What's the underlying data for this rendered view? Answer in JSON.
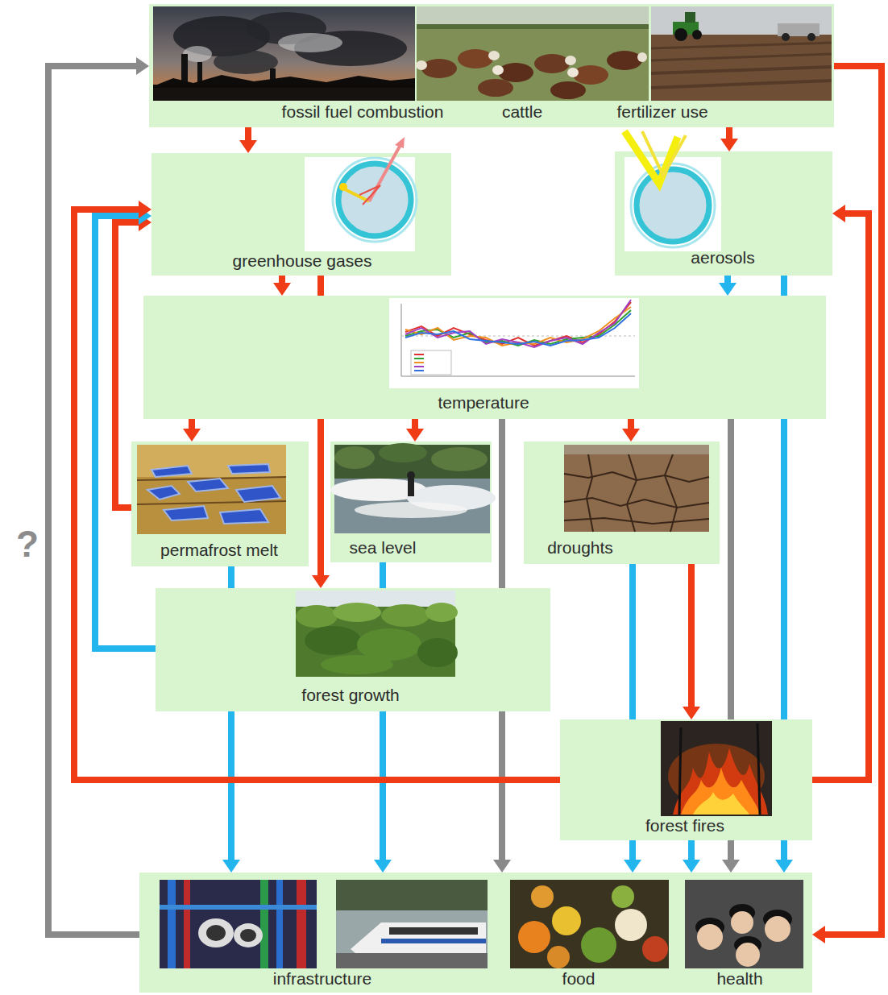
{
  "diagram": {
    "nodes": [
      {
        "text": [
          "fossil fuel combustion",
          "cattle",
          "fertilizer use"
        ]
      },
      {
        "text": [
          "greenhouse gases"
        ]
      },
      {
        "text": [
          "aerosols"
        ]
      },
      {
        "text": [
          "temperature"
        ]
      },
      {
        "text": [
          "permafrost melt"
        ]
      },
      {
        "text": [
          "sea level"
        ]
      },
      {
        "text": [
          "droughts"
        ]
      },
      {
        "text": [
          "forest growth"
        ]
      },
      {
        "text": [
          "forest fires"
        ]
      },
      {
        "text": [
          "infrastructure",
          "food",
          "health"
        ]
      }
    ],
    "edges": [
      {
        "from": 0,
        "to": 1,
        "arrow": "to"
      },
      {
        "from": 0,
        "to": 2,
        "arrow": "to"
      },
      {
        "from": 0,
        "to": 9,
        "arrow": "to"
      },
      {
        "from": 1,
        "to": 3,
        "arrow": "to"
      },
      {
        "from": 1,
        "to": 7,
        "arrow": "to"
      },
      {
        "from": 2,
        "to": 3,
        "arrow": "to"
      },
      {
        "from": 2,
        "to": 9,
        "arrow": "to"
      },
      {
        "from": 3,
        "to": 4,
        "arrow": "to"
      },
      {
        "from": 3,
        "to": 5,
        "arrow": "to"
      },
      {
        "from": 3,
        "to": 6,
        "arrow": "to"
      },
      {
        "from": 3,
        "to": 9,
        "arrow": "to"
      },
      {
        "from": 3,
        "to": 9,
        "arrow": "to"
      },
      {
        "from": 4,
        "to": 1,
        "arrow": "to"
      },
      {
        "from": 4,
        "to": 9,
        "arrow": "to"
      },
      {
        "from": 5,
        "to": 9,
        "arrow": "to"
      },
      {
        "from": 6,
        "to": 8,
        "arrow": "to"
      },
      {
        "from": 6,
        "to": 9,
        "arrow": "to"
      },
      {
        "from": 7,
        "to": 1,
        "arrow": "to"
      },
      {
        "from": 8,
        "to": 1,
        "arrow": "to"
      },
      {
        "from": 8,
        "to": 2,
        "arrow": "to"
      },
      {
        "from": 8,
        "to": 9,
        "arrow": "to"
      },
      {
        "from": 9,
        "to": 0,
        "arrow": "to",
        "label": "?"
      }
    ]
  }
}
